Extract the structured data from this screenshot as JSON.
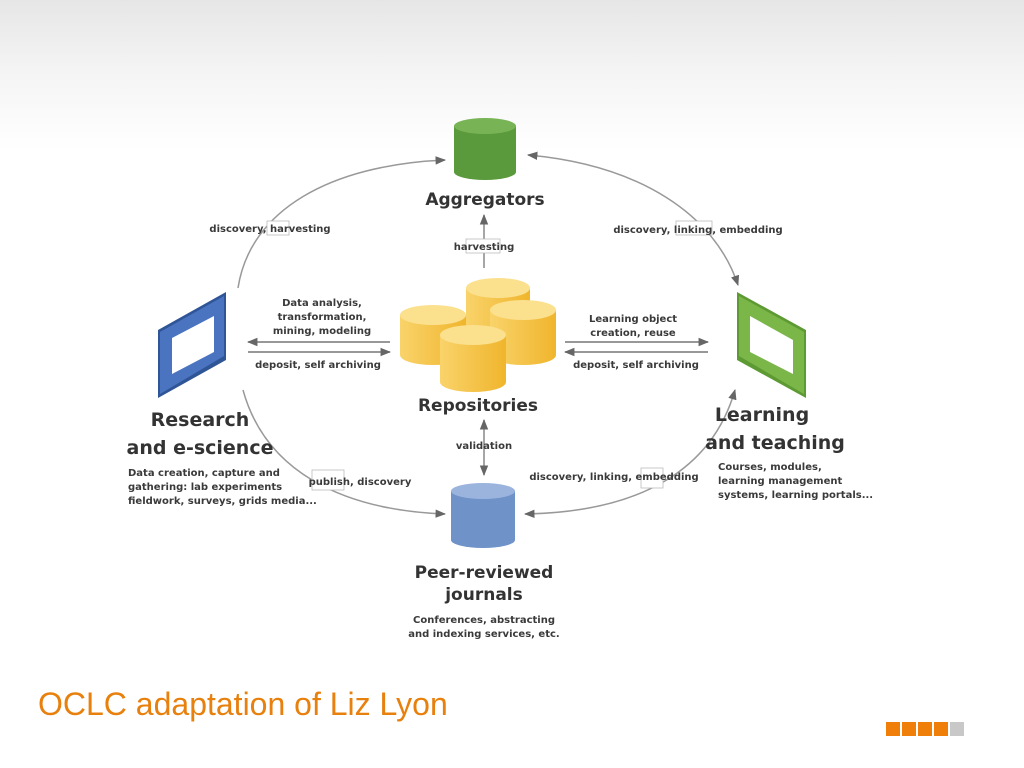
{
  "diagram": {
    "nodes": {
      "aggregators": "Aggregators",
      "repositories": "Repositories",
      "research": [
        "Research",
        "and e-science"
      ],
      "research_desc": [
        "Data creation, capture and",
        "gathering: lab experiments",
        "fieldwork, surveys, grids media..."
      ],
      "learning": [
        "Learning",
        "and teaching"
      ],
      "learning_desc": [
        "Courses, modules,",
        "learning management",
        "systems, learning portals..."
      ],
      "journals": [
        "Peer-reviewed",
        "journals"
      ],
      "journals_desc": [
        "Conferences, abstracting",
        "and indexing services, etc."
      ]
    },
    "edges": {
      "research_aggregators": "discovery, harvesting",
      "aggregators_learning": "discovery, linking, embedding",
      "repositories_aggregators": "harvesting",
      "repositories_research": [
        "Data analysis,",
        "transformation,",
        "mining, modeling"
      ],
      "research_repositories": "deposit, self archiving",
      "repositories_learning": [
        "Learning object",
        "creation, reuse"
      ],
      "learning_repositories": "deposit, self archiving",
      "repositories_journals": "validation",
      "research_journals": "publish, discovery",
      "learning_journals": "discovery, linking, embedding"
    },
    "colors": {
      "aggregators": "#5a9a3c",
      "repositories": "#f5c242",
      "research": "#4a6fb0",
      "learning": "#7ab648",
      "journals": "#6f92c9"
    }
  },
  "caption": "OCLC adaptation of Liz Lyon",
  "squares": [
    "#f07f09",
    "#f07f09",
    "#f07f09",
    "#f07f09",
    "#c8c8c8"
  ]
}
